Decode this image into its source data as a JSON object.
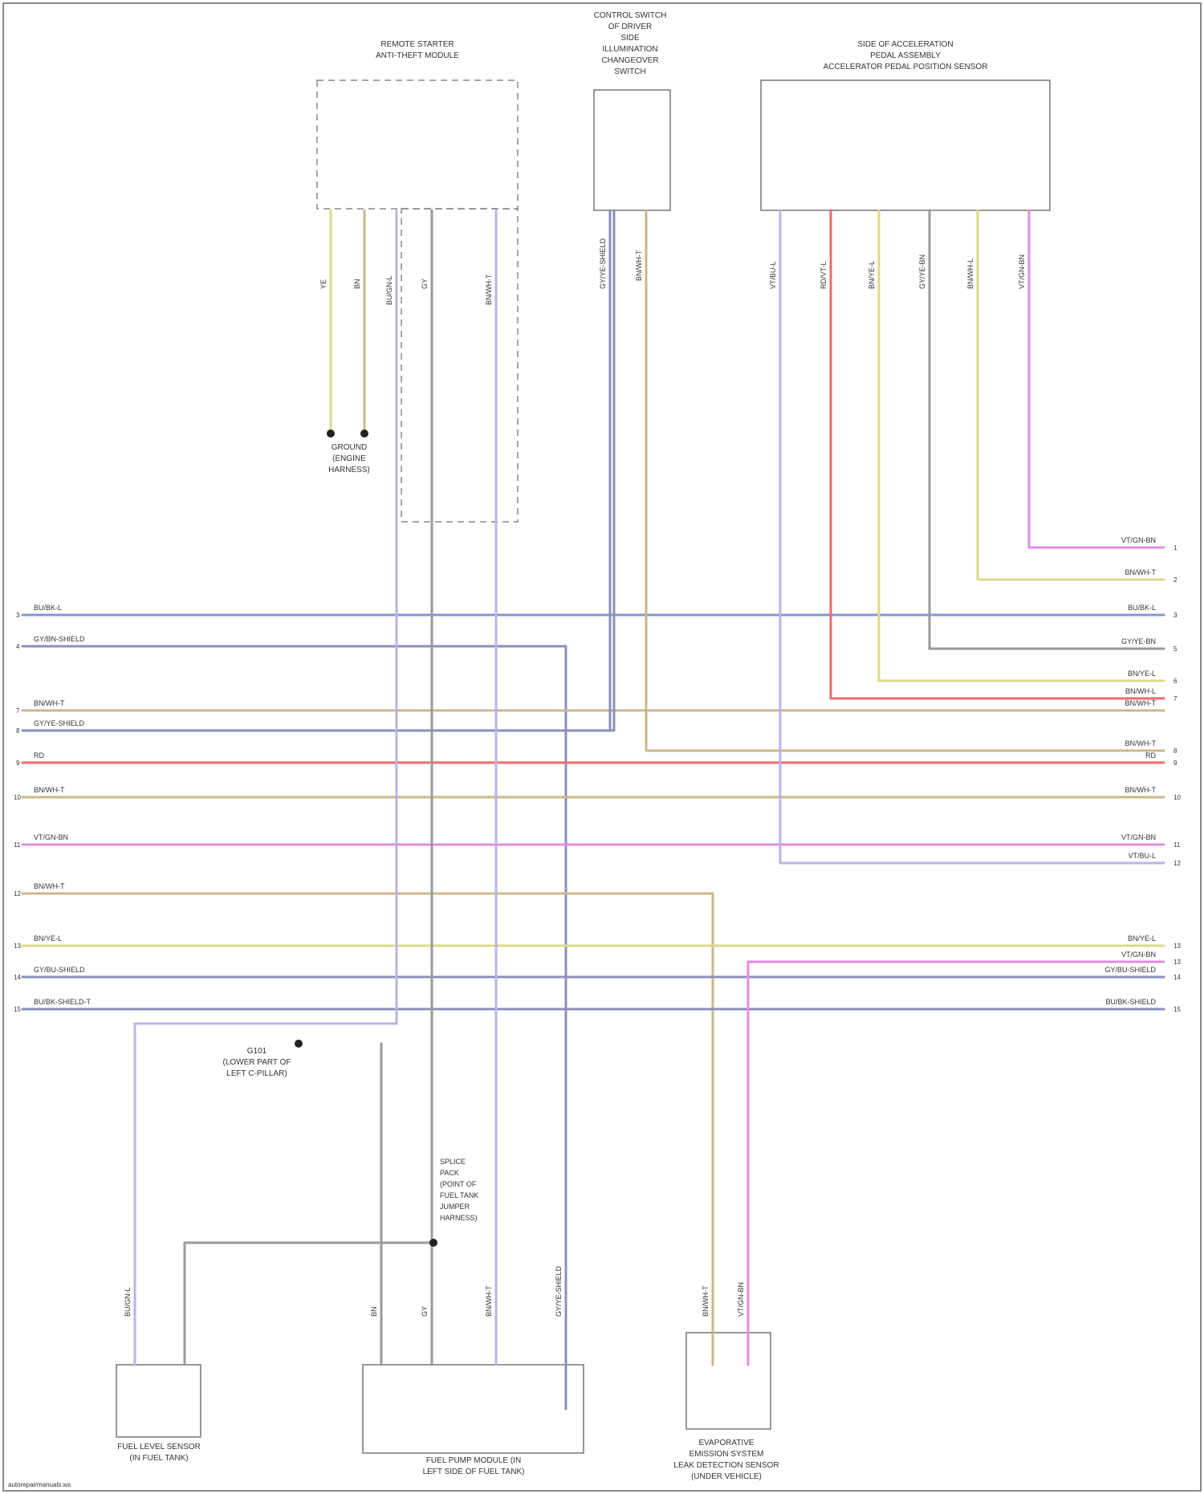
{
  "colors": {
    "blue": "#7f98d6",
    "slate": "#8c8fb8",
    "yellow": "#dcd98a",
    "tan": "#c9b88a",
    "red": "#ef6a6a",
    "pink": "#e58be0",
    "lavender": "#b9b4ea",
    "gray": "#9a9a9a"
  },
  "components": {
    "top_left": [
      "REMOTE STARTER",
      "ANTI-THEFT MODULE"
    ],
    "top_mid": [
      "CONTROL SWITCH",
      "OF DRIVER",
      "SIDE",
      "ILLUMINATION",
      "CHANGEOVER",
      "SWITCH"
    ],
    "top_right": [
      "SIDE OF ACCELERATION",
      "PEDAL ASSEMBLY",
      "ACCELERATOR PEDAL POSITION SENSOR"
    ],
    "ground_mid": [
      "GROUND",
      "(ENGINE",
      "HARNESS)"
    ],
    "ground_bl": [
      "G101",
      "(LOWER PART OF",
      "LEFT C-PILLAR)"
    ],
    "splice_mid": [
      "SPLICE",
      "PACK",
      "(POINT OF",
      "FUEL TANK",
      "JUMPER",
      "HARNESS)"
    ],
    "fuel_level": [
      "FUEL LEVEL SENSOR",
      "(IN FUEL TANK)"
    ],
    "fuel_pump": [
      "FUEL PUMP MODULE (IN",
      "LEFT SIDE OF FUEL TANK)"
    ],
    "evap": [
      "EVAPORATIVE",
      "EMISSION SYSTEM",
      "LEAK DETECTION SENSOR",
      "(UNDER VEHICLE)"
    ]
  },
  "footer": "autorepairmanuals.ws",
  "wires": [
    {
      "left": "BU/BK-L",
      "right": "BU/BK-L",
      "color": "blue",
      "n": "3"
    },
    {
      "left": "GY/BN-SHIELD",
      "right": "GY/YE/BN",
      "color": "slate",
      "n": "4"
    },
    {
      "left": "BN/WH-T",
      "right": "BN/WH-T",
      "color": "tan",
      "n": "7"
    },
    {
      "left": "GY/YE-SHIELD",
      "right": "BN/WH-T",
      "color": "slate",
      "n": "8"
    },
    {
      "left": "RD",
      "right": "RD",
      "color": "red",
      "n": "9"
    },
    {
      "left": "BN/WH-T",
      "right": "BN/WH-T",
      "color": "tan",
      "n": "10"
    },
    {
      "left": "VT/GN-BN",
      "right": "VT/GN-BN",
      "color": "pink",
      "n": "11"
    },
    {
      "left": "BN/WH-T",
      "right": "VT/BU-L",
      "color": "tan",
      "n": "12"
    },
    {
      "left": "BN/YE-L",
      "right": "BN/YE-L",
      "color": "yellow",
      "n": "13"
    },
    {
      "left": "GY/BU-SHIELD",
      "right": "GY/BU-SHIELD",
      "color": "slate",
      "n": "14"
    },
    {
      "left": "BU/BK-SHIELD-T",
      "right": "BU/BK-SHIELD",
      "color": "slate",
      "n": "15"
    }
  ],
  "right_only": [
    {
      "label": "VT/GN-BN",
      "n": "1"
    },
    {
      "label": "BN/WH-T",
      "n": "2"
    },
    {
      "label": "GY/YE-BN",
      "n": "5"
    },
    {
      "label": "BN/YE-L",
      "n": "6"
    },
    {
      "label": "BN/WH-L",
      "n": "7"
    },
    {
      "label": "BN/WH-T",
      "n": "8"
    },
    {
      "label": "BN/WH-T",
      "n": "9"
    },
    {
      "label": "VT/BU-L",
      "n": "12"
    },
    {
      "label": "VT/GN-BN",
      "n": "13"
    }
  ],
  "taps": {
    "top_left": [
      "YE",
      "BN",
      "BU/GN-L",
      "GY",
      "BN/WH-T"
    ],
    "top_mid": [
      "GY/YE-SHIELD",
      "BN/WH-T"
    ],
    "top_right": [
      "VT/BU-L",
      "RD/VT-L",
      "BN/YE-L",
      "GY/YE-BN",
      "BN/WH-L",
      "VT/GN-BN"
    ],
    "bottom": [
      "BU/GN-L",
      "BN",
      "GY",
      "BN/WH-T",
      "GY/YE-SHIELD",
      "BN/WH-T",
      "VT/GN-BN"
    ]
  }
}
